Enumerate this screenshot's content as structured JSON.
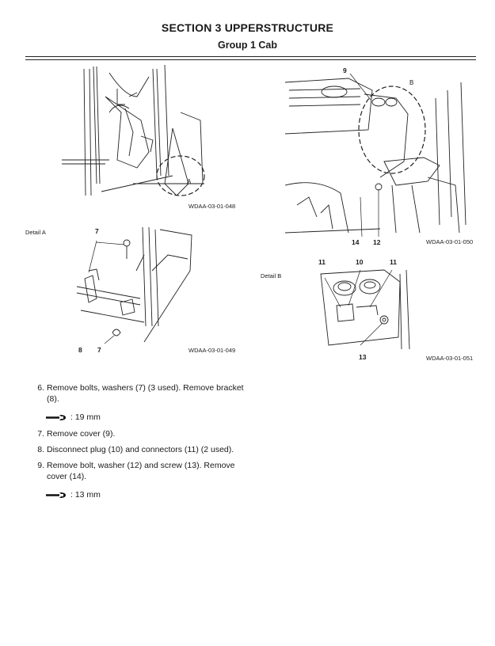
{
  "header": {
    "section": "SECTION 3 UPPERSTRUCTURE",
    "group": "Group 1 Cab"
  },
  "figures": {
    "fig1": {
      "code": "WDAA-03-01-048",
      "label_a": "A"
    },
    "fig2": {
      "code": "WDAA-03-01-049",
      "detail": "Detail A",
      "callouts": [
        "7",
        "8",
        "7"
      ]
    },
    "fig3": {
      "code": "WDAA-03-01-050",
      "label_b": "B",
      "callouts": [
        "9",
        "14",
        "12"
      ]
    },
    "fig4": {
      "code": "WDAA-03-01-051",
      "detail": "Detail B",
      "callouts": [
        "11",
        "10",
        "11",
        "13"
      ]
    }
  },
  "steps": [
    {
      "num": "6.",
      "text": "Remove bolts, washers (7) (3 used). Remove bracket (8)."
    },
    {
      "num": "7.",
      "text": "Remove cover (9)."
    },
    {
      "num": "8.",
      "text": "Disconnect plug (10) and connectors (11) (2 used)."
    },
    {
      "num": "9.",
      "text": "Remove bolt, washer (12) and screw (13). Remove cover (14)."
    }
  ],
  "tools": [
    {
      "icon": "wrench-icon",
      "text": ": 19 mm"
    },
    {
      "icon": "wrench-icon",
      "text": ": 13 mm"
    }
  ]
}
